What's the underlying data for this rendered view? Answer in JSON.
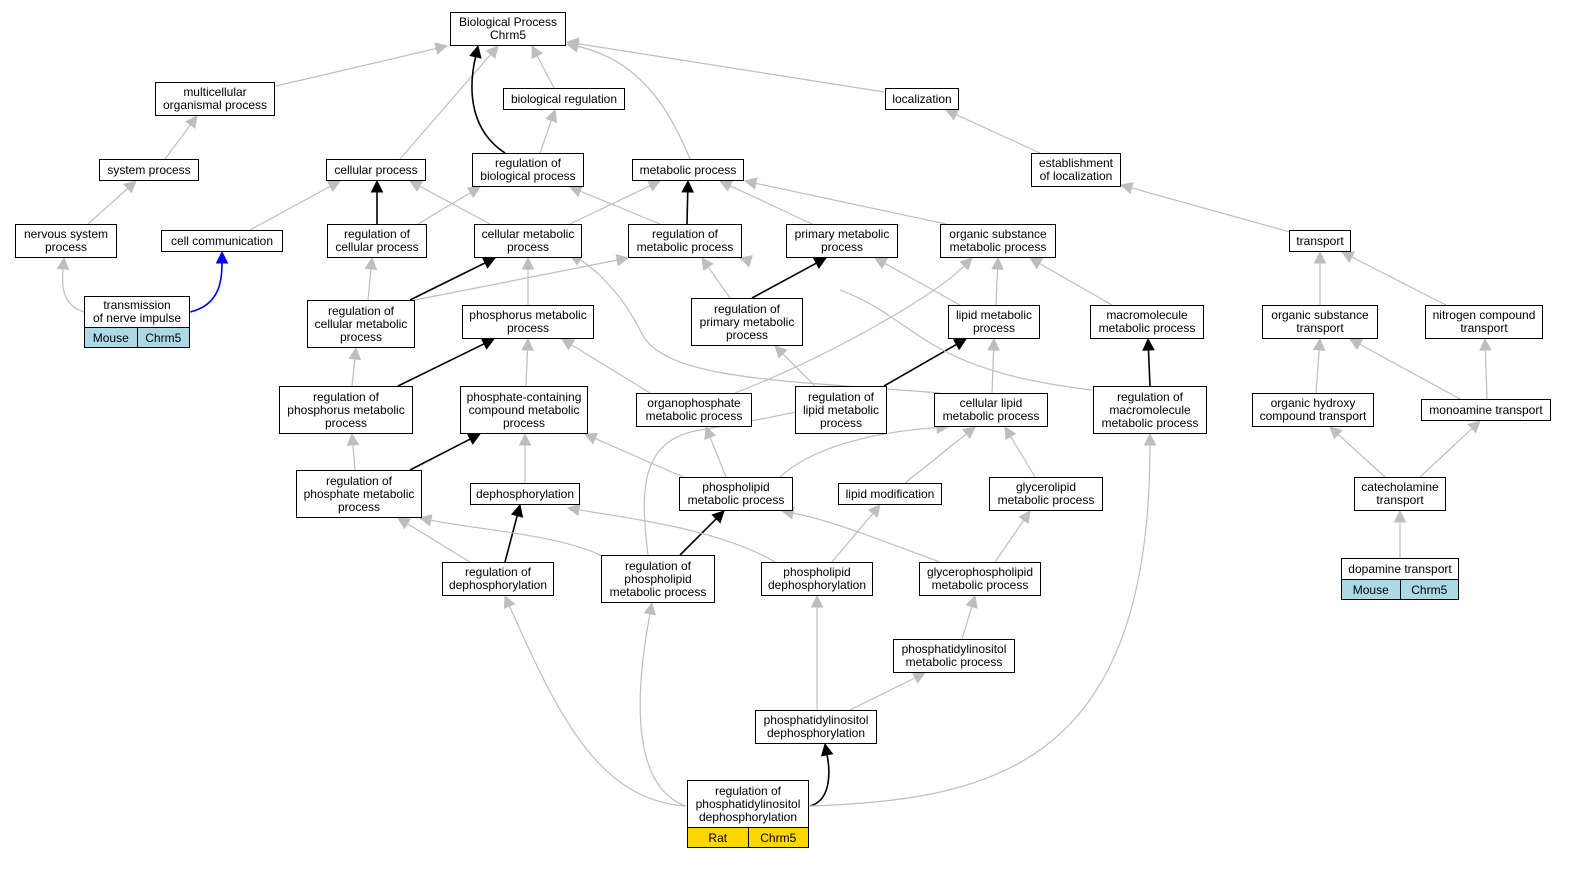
{
  "nodes": [
    {
      "id": "bp",
      "label": "Biological Process\nChrm5"
    },
    {
      "id": "multi",
      "label": "multicellular\norganismal process"
    },
    {
      "id": "bioreg",
      "label": "biological regulation"
    },
    {
      "id": "local",
      "label": "localization"
    },
    {
      "id": "sysproc",
      "label": "system process"
    },
    {
      "id": "cellproc",
      "label": "cellular process"
    },
    {
      "id": "regbio",
      "label": "regulation of\nbiological process"
    },
    {
      "id": "metab",
      "label": "metabolic process"
    },
    {
      "id": "estloc",
      "label": "establishment\nof localization"
    },
    {
      "id": "nervous",
      "label": "nervous system\nprocess"
    },
    {
      "id": "cellcomm",
      "label": "cell communication"
    },
    {
      "id": "regcell",
      "label": "regulation of\ncellular process"
    },
    {
      "id": "cellmet",
      "label": "cellular metabolic\nprocess"
    },
    {
      "id": "regmet",
      "label": "regulation of\nmetabolic process"
    },
    {
      "id": "primmet",
      "label": "primary metabolic\nprocess"
    },
    {
      "id": "orgsub",
      "label": "organic substance\nmetabolic process"
    },
    {
      "id": "transport",
      "label": "transport"
    },
    {
      "id": "transnerve",
      "label": "transmission\nof nerve impulse"
    },
    {
      "id": "regcellmet",
      "label": "regulation of\ncellular metabolic\nprocess"
    },
    {
      "id": "phosmet",
      "label": "phosphorus metabolic\nprocess"
    },
    {
      "id": "regprim",
      "label": "regulation of\nprimary metabolic\nprocess"
    },
    {
      "id": "lipmet",
      "label": "lipid metabolic\nprocess"
    },
    {
      "id": "macromet",
      "label": "macromolecule\nmetabolic process"
    },
    {
      "id": "orgsubtrans",
      "label": "organic substance\ntransport"
    },
    {
      "id": "nitrotrans",
      "label": "nitrogen compound\ntransport"
    },
    {
      "id": "regphosmet",
      "label": "regulation of\nphosphorus metabolic\nprocess"
    },
    {
      "id": "phoscont",
      "label": "phosphate-containing\ncompound metabolic\nprocess"
    },
    {
      "id": "organophos",
      "label": "organophosphate\nmetabolic process"
    },
    {
      "id": "reglip",
      "label": "regulation of\nlipid metabolic\nprocess"
    },
    {
      "id": "celllip",
      "label": "cellular lipid\nmetabolic process"
    },
    {
      "id": "regmacro",
      "label": "regulation of\nmacromolecule\nmetabolic process"
    },
    {
      "id": "orghydroxy",
      "label": "organic hydroxy\ncompound transport"
    },
    {
      "id": "monoamine",
      "label": "monoamine transport"
    },
    {
      "id": "regphosph",
      "label": "regulation of\nphosphate metabolic\nprocess"
    },
    {
      "id": "dephos",
      "label": "dephosphorylation"
    },
    {
      "id": "phospholip",
      "label": "phospholipid\nmetabolic process"
    },
    {
      "id": "lipmod",
      "label": "lipid modification"
    },
    {
      "id": "glycerolip",
      "label": "glycerolipid\nmetabolic process"
    },
    {
      "id": "catechol",
      "label": "catecholamine\ntransport"
    },
    {
      "id": "regdephos",
      "label": "regulation of\ndephosphorylation"
    },
    {
      "id": "regphospholip",
      "label": "regulation of\nphospholipid\nmetabolic process"
    },
    {
      "id": "phoslipdephos",
      "label": "phospholipid\ndephosphorylation"
    },
    {
      "id": "glycerophos",
      "label": "glycerophospholipid\nmetabolic process"
    },
    {
      "id": "dopamine",
      "label": "dopamine transport"
    },
    {
      "id": "phosinomet",
      "label": "phosphatidylinositol\nmetabolic process"
    },
    {
      "id": "phosinodephos",
      "label": "phosphatidylinositol\ndephosphorylation"
    },
    {
      "id": "regphosino",
      "label": "regulation of\nphosphatidylinositol\ndephosphorylation"
    }
  ],
  "annotations": [
    {
      "node": "transnerve",
      "species": "Mouse",
      "gene": "Chrm5",
      "color": "#add8e6"
    },
    {
      "node": "dopamine",
      "species": "Mouse",
      "gene": "Chrm5",
      "color": "#add8e6"
    },
    {
      "node": "regphosino",
      "species": "Rat",
      "gene": "Chrm5",
      "color": "#ffd700"
    }
  ],
  "edge_colors": {
    "is_a": "#bebebe",
    "regulates": "#000000",
    "part_of": "#0000ff"
  },
  "edges": [
    {
      "from": "multi",
      "to": "bp",
      "type": "is_a"
    },
    {
      "from": "bioreg",
      "to": "bp",
      "type": "is_a"
    },
    {
      "from": "local",
      "to": "bp",
      "type": "is_a"
    },
    {
      "from": "cellproc",
      "to": "bp",
      "type": "is_a"
    },
    {
      "from": "regbio",
      "to": "bp",
      "type": "regulates"
    },
    {
      "from": "metab",
      "to": "bp",
      "type": "is_a"
    },
    {
      "from": "sysproc",
      "to": "multi",
      "type": "is_a"
    },
    {
      "from": "regbio",
      "to": "bioreg",
      "type": "is_a"
    },
    {
      "from": "estloc",
      "to": "local",
      "type": "is_a"
    },
    {
      "from": "nervous",
      "to": "sysproc",
      "type": "is_a"
    },
    {
      "from": "cellcomm",
      "to": "cellproc",
      "type": "is_a"
    },
    {
      "from": "regcell",
      "to": "cellproc",
      "type": "regulates"
    },
    {
      "from": "regcell",
      "to": "regbio",
      "type": "is_a"
    },
    {
      "from": "cellmet",
      "to": "cellproc",
      "type": "is_a"
    },
    {
      "from": "cellmet",
      "to": "metab",
      "type": "is_a"
    },
    {
      "from": "regmet",
      "to": "regbio",
      "type": "is_a"
    },
    {
      "from": "regmet",
      "to": "metab",
      "type": "regulates"
    },
    {
      "from": "primmet",
      "to": "metab",
      "type": "is_a"
    },
    {
      "from": "orgsub",
      "to": "metab",
      "type": "is_a"
    },
    {
      "from": "transport",
      "to": "estloc",
      "type": "is_a"
    },
    {
      "from": "transnerve",
      "to": "nervous",
      "type": "is_a"
    },
    {
      "from": "transnerve",
      "to": "cellcomm",
      "type": "part_of"
    },
    {
      "from": "regcellmet",
      "to": "regcell",
      "type": "is_a"
    },
    {
      "from": "regcellmet",
      "to": "cellmet",
      "type": "regulates"
    },
    {
      "from": "regcellmet",
      "to": "regmet",
      "type": "is_a"
    },
    {
      "from": "phosmet",
      "to": "cellmet",
      "type": "is_a"
    },
    {
      "from": "regprim",
      "to": "regmet",
      "type": "is_a"
    },
    {
      "from": "regprim",
      "to": "primmet",
      "type": "regulates"
    },
    {
      "from": "lipmet",
      "to": "primmet",
      "type": "is_a"
    },
    {
      "from": "lipmet",
      "to": "orgsub",
      "type": "is_a"
    },
    {
      "from": "macromet",
      "to": "orgsub",
      "type": "is_a"
    },
    {
      "from": "orgsubtrans",
      "to": "transport",
      "type": "is_a"
    },
    {
      "from": "nitrotrans",
      "to": "transport",
      "type": "is_a"
    },
    {
      "from": "regphosmet",
      "to": "regcellmet",
      "type": "is_a"
    },
    {
      "from": "regphosmet",
      "to": "phosmet",
      "type": "regulates"
    },
    {
      "from": "organophos",
      "to": "phosmet",
      "type": "is_a"
    },
    {
      "from": "organophos",
      "to": "orgsub",
      "type": "is_a"
    },
    {
      "from": "phoscont",
      "to": "phosmet",
      "type": "is_a"
    },
    {
      "from": "reglip",
      "to": "regprim",
      "type": "is_a"
    },
    {
      "from": "reglip",
      "to": "lipmet",
      "type": "regulates"
    },
    {
      "from": "celllip",
      "to": "lipmet",
      "type": "is_a"
    },
    {
      "from": "celllip",
      "to": "cellmet",
      "type": "is_a"
    },
    {
      "from": "regmacro",
      "to": "macromet",
      "type": "regulates"
    },
    {
      "from": "regmacro",
      "to": "regmet",
      "type": "is_a"
    },
    {
      "from": "orghydroxy",
      "to": "orgsubtrans",
      "type": "is_a"
    },
    {
      "from": "monoamine",
      "to": "orgsubtrans",
      "type": "is_a"
    },
    {
      "from": "monoamine",
      "to": "nitrotrans",
      "type": "is_a"
    },
    {
      "from": "regphosph",
      "to": "regphosmet",
      "type": "is_a"
    },
    {
      "from": "regphosph",
      "to": "phoscont",
      "type": "regulates"
    },
    {
      "from": "dephos",
      "to": "phoscont",
      "type": "is_a"
    },
    {
      "from": "phospholip",
      "to": "phoscont",
      "type": "is_a"
    },
    {
      "from": "phospholip",
      "to": "organophos",
      "type": "is_a"
    },
    {
      "from": "phospholip",
      "to": "celllip",
      "type": "is_a"
    },
    {
      "from": "lipmod",
      "to": "celllip",
      "type": "is_a"
    },
    {
      "from": "glycerolip",
      "to": "celllip",
      "type": "is_a"
    },
    {
      "from": "catechol",
      "to": "orghydroxy",
      "type": "is_a"
    },
    {
      "from": "catechol",
      "to": "monoamine",
      "type": "is_a"
    },
    {
      "from": "regdephos",
      "to": "regphosph",
      "type": "is_a"
    },
    {
      "from": "regdephos",
      "to": "dephos",
      "type": "regulates"
    },
    {
      "from": "regphospholip",
      "to": "regphosph",
      "type": "is_a"
    },
    {
      "from": "regphospholip",
      "to": "phospholip",
      "type": "regulates"
    },
    {
      "from": "regphospholip",
      "to": "reglip",
      "type": "is_a"
    },
    {
      "from": "phoslipdephos",
      "to": "dephos",
      "type": "is_a"
    },
    {
      "from": "phoslipdephos",
      "to": "lipmod",
      "type": "is_a"
    },
    {
      "from": "glycerophos",
      "to": "phospholip",
      "type": "is_a"
    },
    {
      "from": "glycerophos",
      "to": "glycerolip",
      "type": "is_a"
    },
    {
      "from": "dopamine",
      "to": "catechol",
      "type": "is_a"
    },
    {
      "from": "phosinomet",
      "to": "glycerophos",
      "type": "is_a"
    },
    {
      "from": "phosinodephos",
      "to": "phoslipdephos",
      "type": "is_a"
    },
    {
      "from": "phosinodephos",
      "to": "phosinomet",
      "type": "is_a"
    },
    {
      "from": "regphosino",
      "to": "phosinodephos",
      "type": "regulates"
    },
    {
      "from": "regphosino",
      "to": "regdephos",
      "type": "is_a"
    },
    {
      "from": "regphosino",
      "to": "regphospholip",
      "type": "is_a"
    },
    {
      "from": "regphosino",
      "to": "regmacro",
      "type": "is_a"
    }
  ]
}
